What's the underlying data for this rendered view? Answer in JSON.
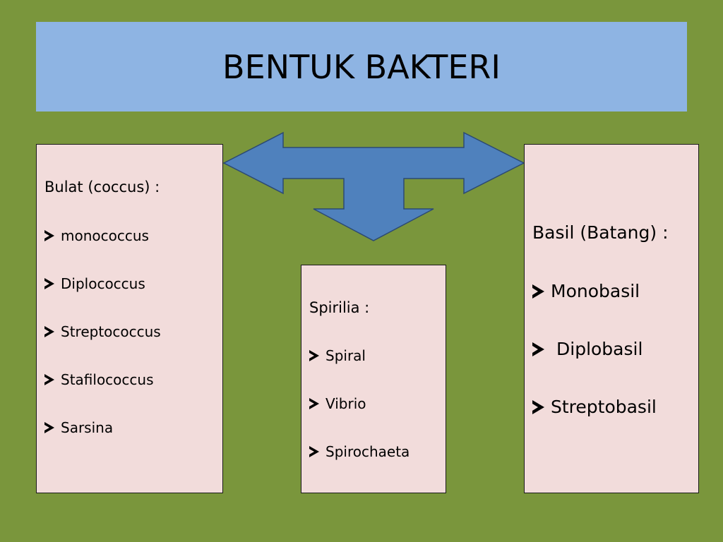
{
  "title": "BENTUK BAKTERI",
  "colors": {
    "background": "#7a963c",
    "title_fill": "#8eb4e3",
    "card_fill": "#f2dcdb",
    "arrow_fill": "#4f81bd"
  },
  "arrow_icon": "three-way-block-arrow",
  "left_box": {
    "heading": "Bulat (coccus) :",
    "items": [
      "monococcus",
      "Diplococcus",
      "Streptococcus",
      "Stafilococcus",
      "Sarsina"
    ]
  },
  "middle_box": {
    "heading": "Spirilia :",
    "items": [
      "Spiral",
      "Vibrio",
      "Spirochaeta"
    ]
  },
  "right_box": {
    "heading": "Basil (Batang) :",
    "items": [
      "Monobasil",
      "Diplobasil",
      "Streptobasil"
    ]
  }
}
